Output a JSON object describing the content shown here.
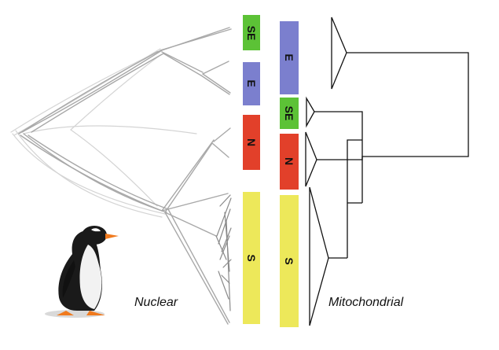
{
  "labels": {
    "nuclear": "Nuclear",
    "mitochondrial": "Mitochondrial"
  },
  "nuclear_clades": [
    {
      "name": "SE",
      "color": "#5cc236"
    },
    {
      "name": "E",
      "color": "#7b7fce"
    },
    {
      "name": "N",
      "color": "#e2402a"
    },
    {
      "name": "S",
      "color": "#ede85a"
    }
  ],
  "mito_clades": [
    {
      "name": "E",
      "color": "#7b7fce"
    },
    {
      "name": "SE",
      "color": "#5cc236"
    },
    {
      "name": "N",
      "color": "#e2402a"
    },
    {
      "name": "S",
      "color": "#ede85a"
    }
  ],
  "colors": {
    "tree_gray": "#9a9a9a",
    "tree_line": "#111111"
  },
  "icons": [
    "gentoo-penguin-icon"
  ]
}
